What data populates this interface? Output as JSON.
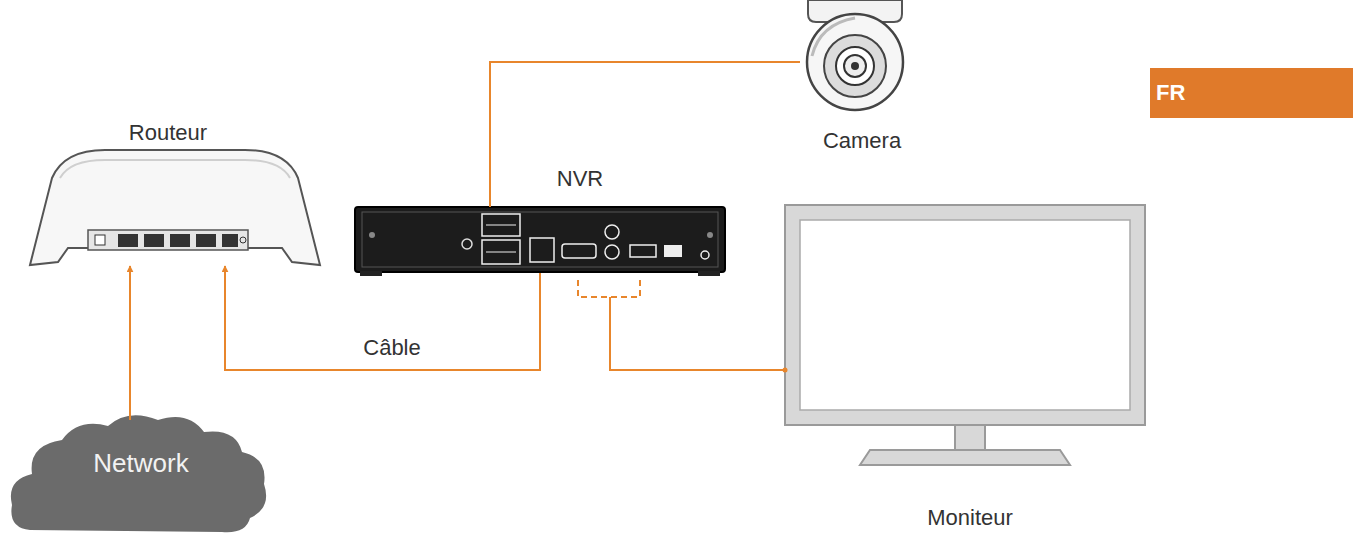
{
  "diagram": {
    "nodes": [
      {
        "text": [
          "Camera"
        ]
      },
      {
        "text": [
          "FR"
        ]
      },
      {
        "text": [
          "Routeur"
        ]
      },
      {
        "text": [
          "NVR"
        ]
      },
      {
        "text": [
          "Moniteur"
        ]
      },
      {
        "text": [
          "Network"
        ]
      }
    ],
    "edges": [
      {
        "from": 5,
        "to": 2,
        "arrow": "to"
      },
      {
        "from": 3,
        "to": 2,
        "label": "Câble",
        "arrow": "to"
      },
      {
        "from": 0,
        "to": 3,
        "arrow": "none"
      },
      {
        "from": 3,
        "to": 4,
        "arrow": "none"
      }
    ]
  }
}
